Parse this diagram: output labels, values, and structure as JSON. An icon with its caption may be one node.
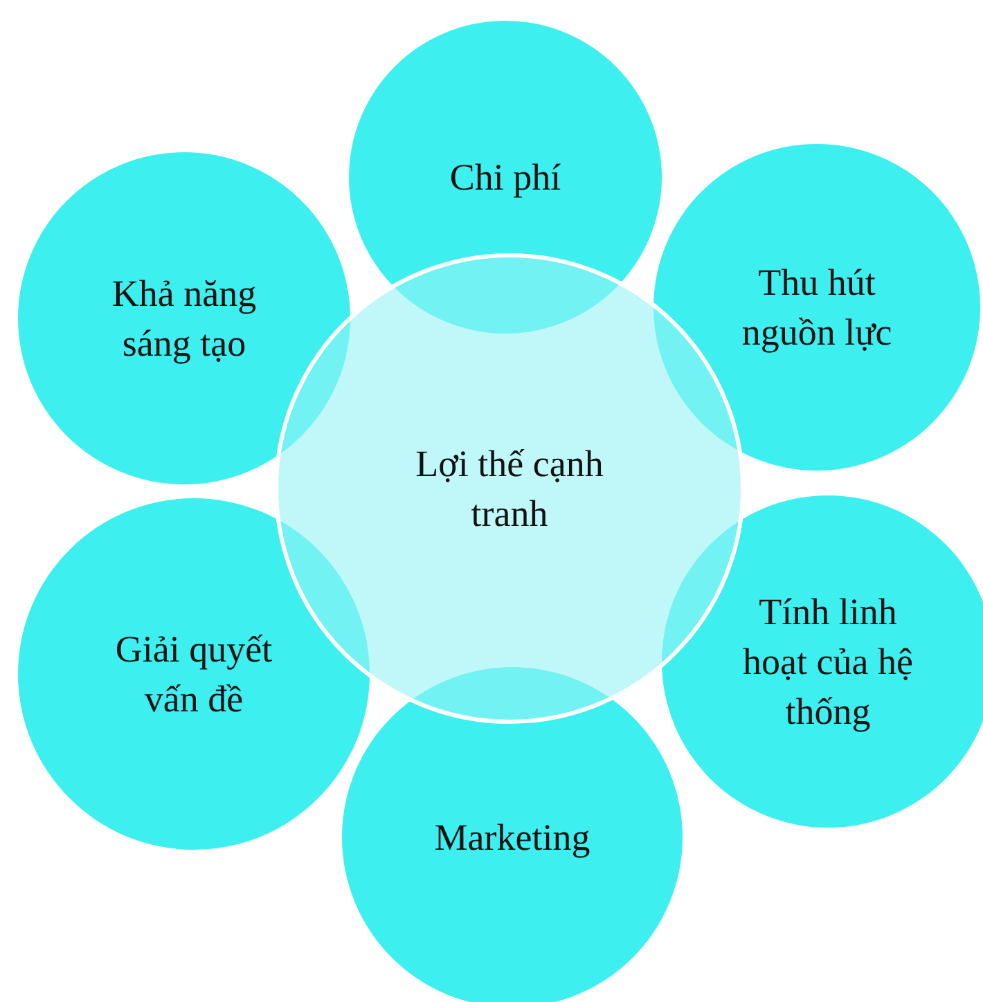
{
  "diagram": {
    "nodes": [
      {
        "text": [
          "Lợi thế cạnh tranh"
        ]
      },
      {
        "text": [
          "Chi phí"
        ]
      },
      {
        "text": [
          "Thu hút nguồn lực"
        ]
      },
      {
        "text": [
          "Tính linh hoạt của hệ thống"
        ]
      },
      {
        "text": [
          "Marketing"
        ]
      },
      {
        "text": [
          "Giải quyết vấn đề"
        ]
      },
      {
        "text": [
          "Khả năng sáng tạo"
        ]
      }
    ]
  }
}
